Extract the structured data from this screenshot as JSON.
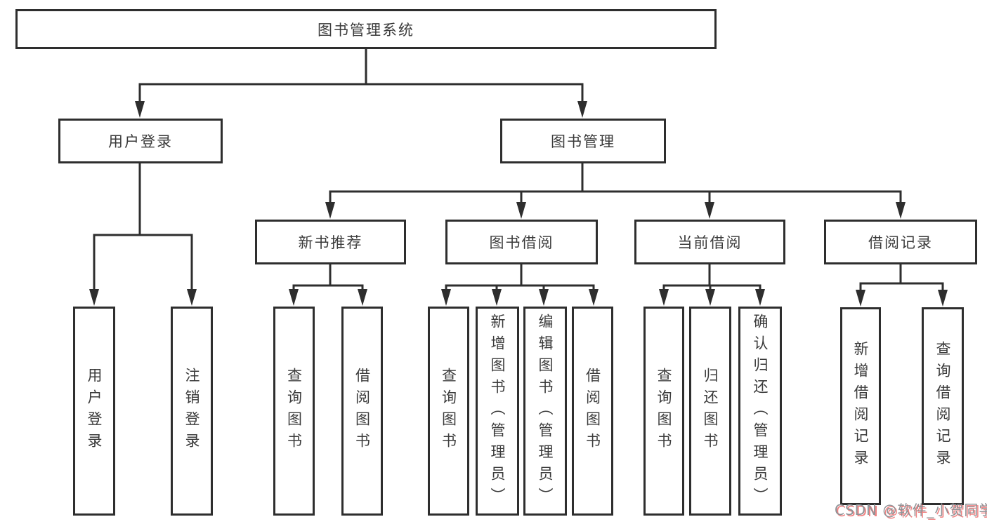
{
  "diagram_title": "图书管理系统",
  "watermark": {
    "text": "CSDN @软件_小贺同学"
  },
  "colors": {
    "line": "#2e2e2e",
    "text": "#3b3b3b",
    "background": "#ffffff",
    "watermark_gray": "#8f9296",
    "watermark_red": "#eb5a5a"
  },
  "nodes": {
    "root": {
      "id": "system",
      "label": "图书管理系统"
    },
    "level2": [
      {
        "id": "user-login",
        "label": "用户登录",
        "parent": "system"
      },
      {
        "id": "book-mgmt",
        "label": "图书管理",
        "parent": "system"
      }
    ],
    "level3": [
      {
        "id": "new-book-recommend",
        "label": "新书推荐",
        "parent": "book-mgmt"
      },
      {
        "id": "book-borrow",
        "label": "图书借阅",
        "parent": "book-mgmt"
      },
      {
        "id": "current-borrow",
        "label": "当前借阅",
        "parent": "book-mgmt"
      },
      {
        "id": "borrow-records",
        "label": "借阅记录",
        "parent": "book-mgmt"
      }
    ],
    "leaves": [
      {
        "id": "leaf-user-login",
        "label": "用户登录",
        "parent": "user-login"
      },
      {
        "id": "leaf-logout",
        "label": "注销登录",
        "parent": "user-login"
      },
      {
        "id": "leaf-query-book-1",
        "label": "查询图书",
        "parent": "new-book-recommend"
      },
      {
        "id": "leaf-borrow-book-1",
        "label": "借阅图书",
        "parent": "new-book-recommend"
      },
      {
        "id": "leaf-query-book-2",
        "label": "查询图书",
        "parent": "book-borrow"
      },
      {
        "id": "leaf-add-book",
        "label": "新增图书（管理员）",
        "parent": "book-borrow"
      },
      {
        "id": "leaf-edit-book",
        "label": "编辑图书（管理员）",
        "parent": "book-borrow"
      },
      {
        "id": "leaf-borrow-book-2",
        "label": "借阅图书",
        "parent": "book-borrow"
      },
      {
        "id": "leaf-query-book-3",
        "label": "查询图书",
        "parent": "current-borrow"
      },
      {
        "id": "leaf-return-book",
        "label": "归还图书",
        "parent": "current-borrow"
      },
      {
        "id": "leaf-confirm-return",
        "label": "确认归还（管理员）",
        "parent": "current-borrow"
      },
      {
        "id": "leaf-add-borrow-rec",
        "label": "新增借阅记录",
        "parent": "borrow-records"
      },
      {
        "id": "leaf-query-borrow-rec",
        "label": "查询借阅记录",
        "parent": "borrow-records"
      }
    ]
  }
}
